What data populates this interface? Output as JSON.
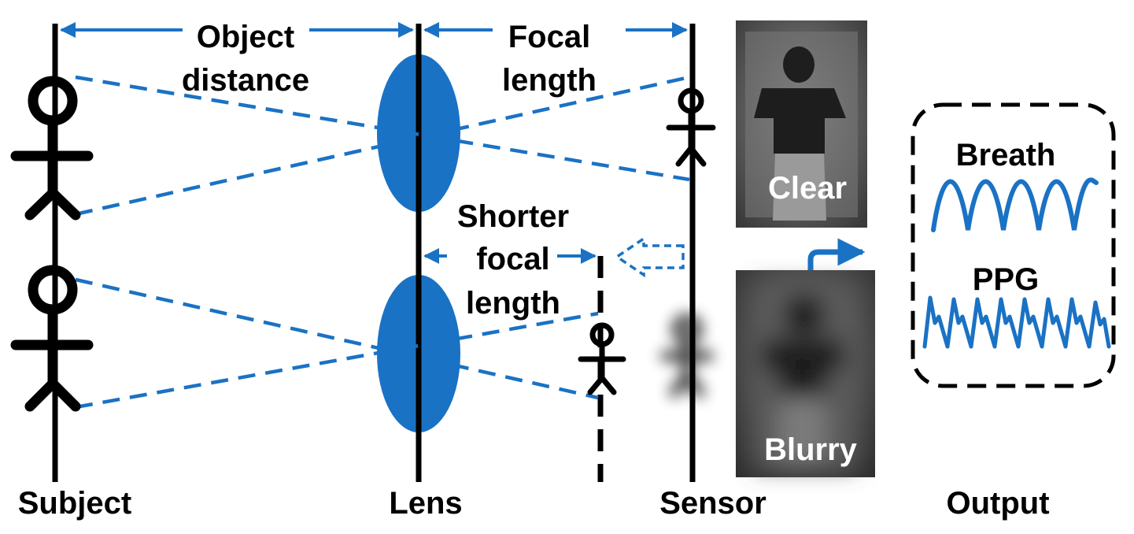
{
  "labels": {
    "object_distance_1": "Object",
    "object_distance_2": "distance",
    "focal_length_1": "Focal",
    "focal_length_2": "length",
    "shorter_1": "Shorter",
    "shorter_2": "focal",
    "shorter_3": "length",
    "clear": "Clear",
    "blurry": "Blurry",
    "breath": "Breath",
    "ppg": "PPG"
  },
  "columns": {
    "subject": "Subject",
    "lens": "Lens",
    "sensor": "Sensor",
    "output": "Output"
  },
  "colors": {
    "accent": "#1a72c4",
    "ink": "#000000"
  },
  "icons": [
    "stick-figure-icon",
    "lens-icon",
    "dashed-arrow-icon",
    "breath-waveform-icon",
    "ppg-waveform-icon"
  ]
}
